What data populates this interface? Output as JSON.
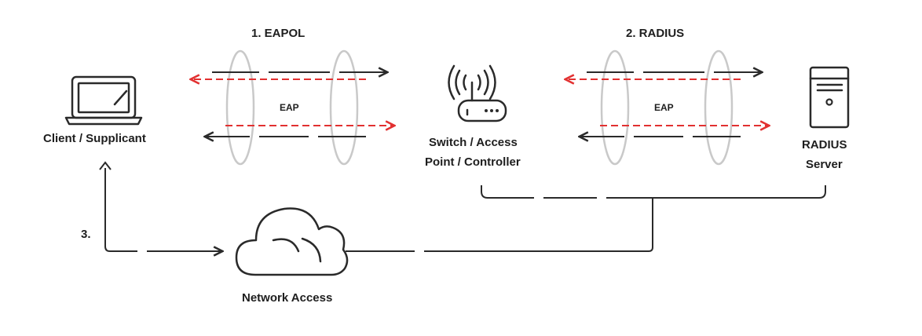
{
  "steps": {
    "eapol": "1. EAPOL",
    "radius": "2. RADIUS",
    "access": "3."
  },
  "tunnels": {
    "left_label": "EAP",
    "right_label": "EAP"
  },
  "nodes": {
    "client": {
      "label": "Client / Supplicant",
      "icon": "laptop-icon"
    },
    "switch": {
      "line1": "Switch / Access",
      "line2": "Point / Controller",
      "icon": "wireless-router-icon"
    },
    "radius": {
      "line1": "RADIUS",
      "line2": "Server",
      "icon": "server-tower-icon"
    },
    "network": {
      "label": "Network Access",
      "icon": "cloud-icon"
    }
  },
  "colors": {
    "line": "#2a2a2a",
    "dashed_red": "#e23030",
    "tunnel_ring": "#c9c9c9",
    "text": "#1e1e1e"
  }
}
